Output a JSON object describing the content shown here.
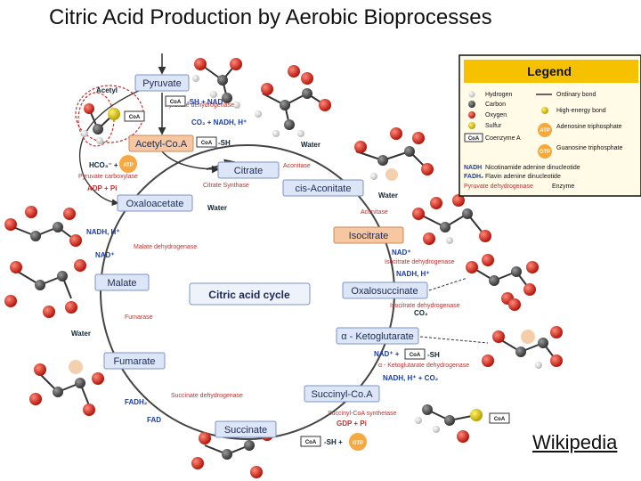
{
  "title": "Citric Acid Production by Aerobic Bioprocesses",
  "credit": "Wikipedia",
  "diagram": {
    "center_label": "Citric acid cycle",
    "nodes": {
      "pyruvate": "Pyruvate",
      "acetyl_coa": "Acetyl-Co.A",
      "citrate": "Citrate",
      "cis_aconitate": "cis-Aconitate",
      "isocitrate": "Isocitrate",
      "oxalosuccinate": "Oxalosuccinate",
      "a_ketoglutarate": "α - Ketoglutarate",
      "succinyl_coa": "Succinyl-Co.A",
      "succinate": "Succinate",
      "fumarate": "Fumarate",
      "malate": "Malate",
      "oxaloacetate": "Oxaloacetate"
    },
    "enzymes": {
      "pyruvate_dehydrogenase": "Pyruvate dehydrogenase",
      "pyruvate_carboxylase": "Pyruvate carboxylase",
      "citrate_synthase": "Citrate Synthase",
      "aconitase_1": "Aconitase",
      "aconitase_2": "Aconitase",
      "isocitrate_dehydrogenase": "Isocitrate dehydrogenase",
      "oxalosuccinate_dehydrogenase": "Isocitrate dehydrogenase",
      "ketoglutarate_dehydrogenase": "α - Ketoglutarate dehydrogenase",
      "succinyl_coa_synthetase": "Succinyl-CoA synthetase",
      "succinate_dehydrogenase": "Succinate dehydrogenase",
      "fumarase": "Fumarase",
      "malate_dehydrogenase": "Malate dehydrogenase"
    },
    "cofactors": {
      "acetyl_label": "Acetyl",
      "coa": "CoA",
      "sh_nad": "-SH + NAD",
      "co2_nadh": "CO₂ + NADH, H⁺",
      "coa_sh": "-SH",
      "hco3": "HCO₃⁻ +",
      "atp": "ATP",
      "adp_pi": "ADP + Pi",
      "water_citrate": "Water",
      "water_cis": "Water",
      "water_oxalo": "Water",
      "water_fumarate": "Water",
      "nadh_malate": "NADH, H⁺",
      "nad_malate": "NAD⁺",
      "nad_iso": "NAD⁺",
      "nadh_iso": "NADH, H⁺",
      "co2_oxalo": "CO₂",
      "nad_kg": "NAD⁺ +",
      "sh_kg": "-SH",
      "nadh_co2_kg": "NADH, H⁺ + CO₂",
      "gdp_pi": "GDP + Pi",
      "sh_gtp": "-SH +",
      "gtp": "GTP",
      "fadh2": "FADH₂",
      "fad": "FAD"
    },
    "legend": {
      "title": "Legend",
      "items": [
        {
          "symbol": "Hydrogen",
          "desc": "Hydrogen"
        },
        {
          "symbol": "Carbon",
          "desc": "Carbon"
        },
        {
          "symbol": "Oxygen",
          "desc": "Oxygen"
        },
        {
          "symbol": "Sulfur",
          "desc": "Sulfur"
        },
        {
          "symbol": "CoA",
          "desc": "Coenzyme A"
        },
        {
          "symbol": "NADH",
          "desc": "Nicotinamide adenine dinucleotide"
        },
        {
          "symbol": "FADH₂",
          "desc": "Flavin adenine dinucleotide"
        },
        {
          "symbol": "Pyruvate dehydrogenase",
          "desc": "Enzyme"
        }
      ],
      "right_items": [
        {
          "desc": "Ordinary bond"
        },
        {
          "desc": "High-energy bond"
        },
        {
          "symbol": "ATP",
          "desc": "Adenosine triphosphate"
        },
        {
          "symbol": "GTP",
          "desc": "Guanosine triphosphate"
        }
      ]
    },
    "colors": {
      "box_blue": "#dde6f7",
      "box_orange": "#f6c7a0",
      "arrow": "#333333",
      "enzyme": "#c03030",
      "atom_carbon": "#555555",
      "atom_oxygen": "#d92b1f",
      "atom_hydrogen": "#e8e8e8",
      "legend_header": "#f6c200",
      "badge_orange": "#f39a1e"
    }
  }
}
